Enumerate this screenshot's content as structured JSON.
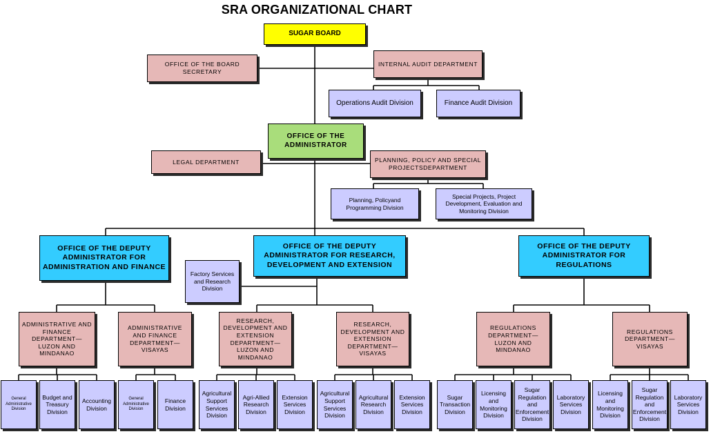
{
  "title": "SRA ORGANIZATIONAL CHART",
  "colors": {
    "board": "#ffff00",
    "administrator": "#a9dd7b",
    "deputy": "#33ccff",
    "department": "#e6b8b7",
    "division": "#ccccff",
    "lines": "#000000"
  },
  "nodes": {
    "sugar_board": "SUGAR BOARD",
    "board_secretary": "OFFICE OF THE BOARD SECRETARY",
    "internal_audit": "INTERNAL AUDIT DEPARTMENT",
    "operations_audit": "Operations Audit Division",
    "finance_audit": "Finance Audit Division",
    "administrator": "OFFICE OF THE ADMINISTRATOR",
    "legal": "LEGAL DEPARTMENT",
    "planning_dept": "PLANNING, POLICY AND SPECIAL PROJECTSDEPARTMENT",
    "planning_div": "Planning, Policyand Programming Division",
    "special_projects": "Special Projects, Project Development, Evaluation and Monitoring Division",
    "deputy_admin_finance": "OFFICE OF THE DEPUTY ADMINISTRATOR FOR ADMINISTRATION AND FINANCE",
    "deputy_research": "OFFICE OF THE DEPUTY ADMINISTRATOR FOR RESEARCH, DEVELOPMENT AND EXTENSION",
    "deputy_regulations": "OFFICE OF THE DEPUTY ADMINISTRATOR FOR REGULATIONS",
    "factory_services": "Factory Services and Research Division",
    "af_luzon": "ADMINISTRATIVE AND FINANCE DEPARTMENT— LUZON AND MINDANAO",
    "af_visayas": "ADMINISTRATIVE AND FINANCE DEPARTMENT— VISAYAS",
    "rde_luzon": "RESEARCH, DEVELOPMENT AND EXTENSION DEPARTMENT— LUZON AND MINDANAO",
    "rde_visayas": "RESEARCH, DEVELOPMENT AND EXTENSION DEPARTMENT— VISAYAS",
    "reg_luzon": "REGULATIONS DEPARTMENT— LUZON AND MINDANAO",
    "reg_visayas": "REGULATIONS DEPARTMENT— VISAYAS",
    "d_gen_admin_1": "General Administrative Division",
    "d_budget": "Budget and Treasury Division",
    "d_accounting": "Accounting Division",
    "d_gen_admin_2": "General Administrative Division",
    "d_finance": "Finance Division",
    "d_agri_support_1": "Agricultural Support Services Division",
    "d_agri_allied": "Agri-Allied Research Division",
    "d_extension_1": "Extension Services Division",
    "d_agri_support_2": "Agricultural Support Services Division",
    "d_agri_research": "Agricultural Research Division",
    "d_extension_2": "Extension Services Division",
    "d_sugar_transaction": "Sugar Transaction Division",
    "d_licensing_1": "Licensing and Monitoring Division",
    "d_sugar_reg_1": "Sugar Regulation and Enforcement Division",
    "d_lab_1": "Laboratory Services Division",
    "d_licensing_2": "Licensing and Monitoring Division",
    "d_sugar_reg_2": "Sugar Regulation and Enforcement Division",
    "d_lab_2": "Laboratory Services Division"
  }
}
